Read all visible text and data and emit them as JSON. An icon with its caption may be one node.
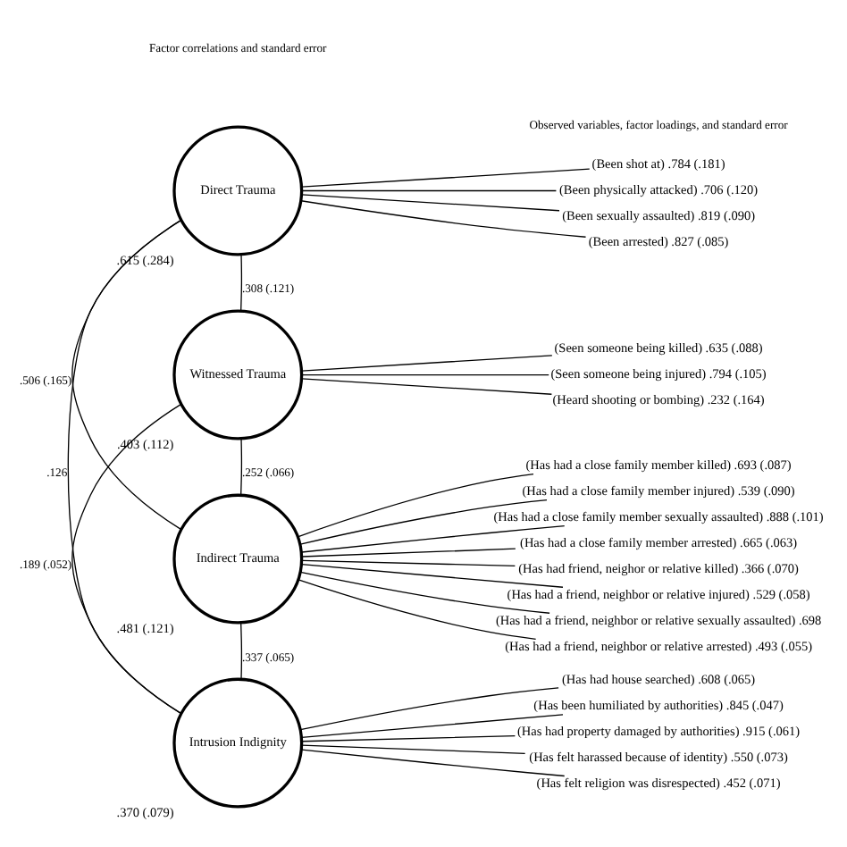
{
  "diagram": {
    "nodes": [
      {
        "text": [
          "Direct Trauma"
        ],
        "beside": [
          ".615 (.284)"
        ]
      },
      {
        "text": [
          "Witnessed Trauma"
        ],
        "beside": [
          ".403 (.112)"
        ]
      },
      {
        "text": [
          "Indirect Trauma"
        ],
        "beside": [
          ".481 (.121)"
        ]
      },
      {
        "text": [
          "Intrusion Indignity"
        ],
        "beside": [
          ".370 (.079)"
        ]
      },
      {
        "text": [
          "(Been shot at) .784 (.181)"
        ]
      },
      {
        "text": [
          "(Been physically attacked) .706 (.120)"
        ]
      },
      {
        "text": [
          "(Been sexually assaulted) .819 (.090)"
        ]
      },
      {
        "text": [
          "(Been arrested) .827 (.085)"
        ]
      },
      {
        "text": [
          "(Seen someone being killed) .635 (.088)"
        ]
      },
      {
        "text": [
          "(Seen someone being injured) .794 (.105)"
        ]
      },
      {
        "text": [
          "(Heard shooting or bombing) .232 (.164)"
        ]
      },
      {
        "text": [
          "(Has had a close family member killed) .693 (.087)"
        ]
      },
      {
        "text": [
          "(Has had a close family member injured) .539 (.090)"
        ]
      },
      {
        "text": [
          "(Has had a close family member sexually assaulted) .888 (.101)"
        ]
      },
      {
        "text": [
          "(Has had a close family member arrested) .665 (.063)"
        ]
      },
      {
        "text": [
          "(Has had friend, neighor or relative killed) .366 (.070)"
        ]
      },
      {
        "text": [
          "(Has had a friend, neighbor or relative injured) .529 (.058)"
        ]
      },
      {
        "text": [
          "(Has had a friend, neighbor or relative sexually assaulted) .698"
        ]
      },
      {
        "text": [
          "(Has had a friend, neighbor or relative arrested) .493 (.055)"
        ]
      },
      {
        "text": [
          "(Has had house searched) .608 (.065)"
        ]
      },
      {
        "text": [
          "(Has been humiliated by authorities) .845 (.047)"
        ]
      },
      {
        "text": [
          "(Has had property damaged by authorities) .915 (.061)"
        ]
      },
      {
        "text": [
          "(Has felt harassed because of identity) .550 (.073)"
        ]
      },
      {
        "text": [
          "(Has felt religion was disrespected) .452 (.071)"
        ]
      }
    ],
    "edges": [
      {
        "from": 0,
        "to": 4,
        "arrow": "none"
      },
      {
        "from": 0,
        "to": 5,
        "arrow": "none"
      },
      {
        "from": 0,
        "to": 6,
        "arrow": "none"
      },
      {
        "from": 0,
        "to": 7,
        "arrow": "none"
      },
      {
        "from": 1,
        "to": 8,
        "arrow": "none"
      },
      {
        "from": 1,
        "to": 9,
        "arrow": "none"
      },
      {
        "from": 1,
        "to": 10,
        "arrow": "none"
      },
      {
        "from": 2,
        "to": 11,
        "arrow": "none"
      },
      {
        "from": 2,
        "to": 12,
        "arrow": "none"
      },
      {
        "from": 2,
        "to": 13,
        "arrow": "none"
      },
      {
        "from": 2,
        "to": 14,
        "arrow": "none"
      },
      {
        "from": 2,
        "to": 15,
        "arrow": "none"
      },
      {
        "from": 2,
        "to": 16,
        "arrow": "none"
      },
      {
        "from": 2,
        "to": 17,
        "arrow": "none"
      },
      {
        "from": 2,
        "to": 18,
        "arrow": "none"
      },
      {
        "from": 3,
        "to": 19,
        "arrow": "none"
      },
      {
        "from": 3,
        "to": 20,
        "arrow": "none"
      },
      {
        "from": 3,
        "to": 21,
        "arrow": "none"
      },
      {
        "from": 3,
        "to": 22,
        "arrow": "none"
      },
      {
        "from": 3,
        "to": 23,
        "arrow": "none"
      },
      {
        "from": 0,
        "to": 1,
        "arrow": "none",
        "label": ".308 (.121)"
      },
      {
        "from": 0,
        "to": 2,
        "arrow": "none",
        "label": ".506 (.165)"
      },
      {
        "from": 0,
        "to": 3,
        "arrow": "none",
        "label": ".126"
      },
      {
        "from": 1,
        "to": 2,
        "arrow": "none",
        "label": ".252 (.066)"
      },
      {
        "from": 1,
        "to": 3,
        "arrow": "none",
        "label": ".189 (.052)"
      },
      {
        "from": 2,
        "to": 3,
        "arrow": "none",
        "label": ".337 (.065)"
      }
    ],
    "labels": [
      "Factor correlations and standard error",
      "Observed variables, factor loadings, and standard error"
    ]
  }
}
